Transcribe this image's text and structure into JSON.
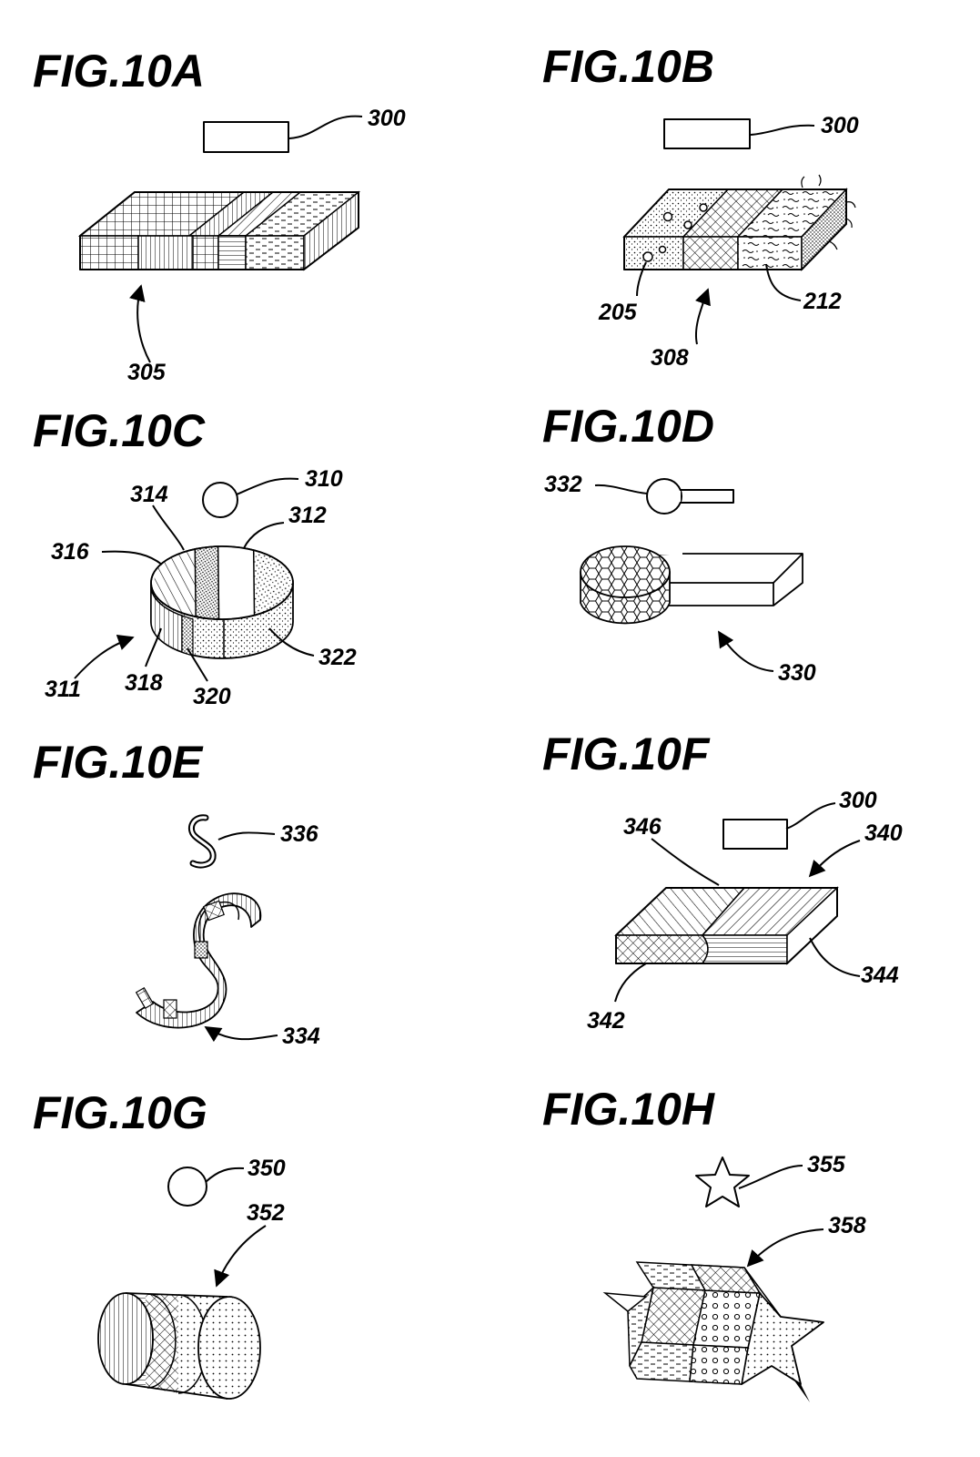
{
  "figures": {
    "a": {
      "title": "FIG.10A",
      "labels": {
        "l300": "300",
        "l305": "305"
      }
    },
    "b": {
      "title": "FIG.10B",
      "labels": {
        "l300": "300",
        "l205": "205",
        "l308": "308",
        "l212": "212"
      }
    },
    "c": {
      "title": "FIG.10C",
      "labels": {
        "l310": "310",
        "l314": "314",
        "l312": "312",
        "l316": "316",
        "l322": "322",
        "l311": "311",
        "l318": "318",
        "l320": "320"
      }
    },
    "d": {
      "title": "FIG.10D",
      "labels": {
        "l332": "332",
        "l330": "330"
      }
    },
    "e": {
      "title": "FIG.10E",
      "labels": {
        "l336": "336",
        "l334": "334"
      }
    },
    "f": {
      "title": "FIG.10F",
      "labels": {
        "l300": "300",
        "l346": "346",
        "l340": "340",
        "l344": "344",
        "l342": "342"
      }
    },
    "g": {
      "title": "FIG.10G",
      "labels": {
        "l350": "350",
        "l352": "352"
      }
    },
    "h": {
      "title": "FIG.10H",
      "labels": {
        "l355": "355",
        "l358": "358"
      }
    }
  }
}
